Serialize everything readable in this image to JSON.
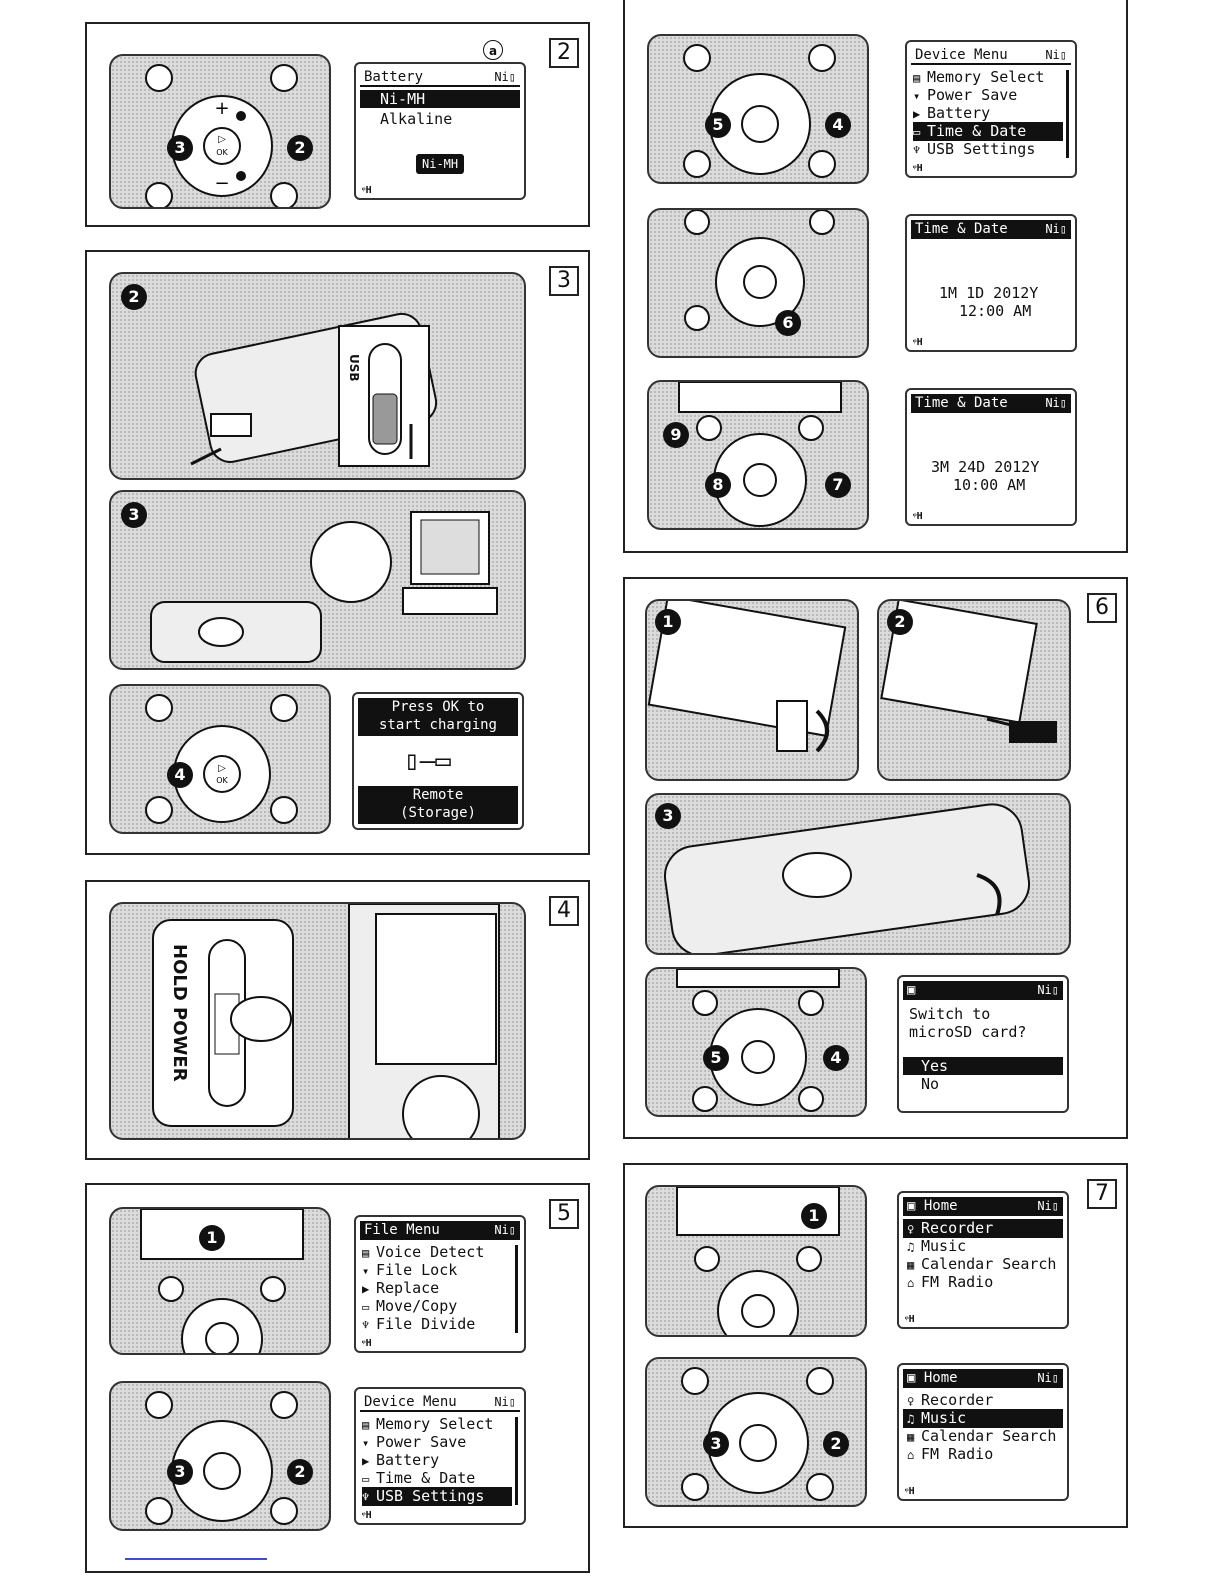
{
  "panel2": {
    "number": "2",
    "callout": "a",
    "steps": [
      "3",
      "2"
    ],
    "screen": {
      "title": "Battery",
      "battery": "Ni▯",
      "items": [
        "Ni-MH",
        "Alkaline"
      ],
      "badge": "Ni-MH"
    }
  },
  "panel3": {
    "number": "3",
    "steps": [
      "2",
      "3",
      "4"
    ],
    "usb_label": "USB",
    "screen": {
      "line1": "Press OK to",
      "line2": "start charging",
      "bottom1": "Remote",
      "bottom2": "(Storage)"
    }
  },
  "panel4": {
    "number": "4",
    "switch_label": "HOLD POWER"
  },
  "panel5": {
    "number": "5",
    "steps": [
      "1",
      "3",
      "2"
    ],
    "file_menu": {
      "title": "File Menu",
      "battery": "Ni▯",
      "items": [
        "Voice Detect",
        "File Lock",
        "Replace",
        "Move/Copy",
        "File Divide"
      ]
    },
    "device_menu": {
      "title": "Device Menu",
      "battery": "Ni▯",
      "items": [
        "Memory Select",
        "Power Save",
        "Battery",
        "Time & Date",
        "USB Settings"
      ]
    }
  },
  "panel_top_right": {
    "steps": [
      "5",
      "4",
      "6",
      "9",
      "8",
      "7"
    ],
    "device_menu": {
      "title": "Device Menu",
      "battery": "Ni▯",
      "items": [
        "Memory Select",
        "Power Save",
        "Battery",
        "Time & Date",
        "USB Settings"
      ]
    },
    "time_date_1": {
      "title": "Time & Date",
      "battery": "Ni▯",
      "date": "1M 1D  2012Y",
      "time": "12:00 AM"
    },
    "time_date_2": {
      "title": "Time & Date",
      "battery": "Ni▯",
      "date": "3M 24D  2012Y",
      "time": "10:00 AM"
    }
  },
  "panel6": {
    "number": "6",
    "steps": [
      "1",
      "2",
      "3",
      "5",
      "4"
    ],
    "screen": {
      "battery": "Ni▯",
      "line1": "Switch to",
      "line2": "microSD card?",
      "items": [
        "Yes",
        "No"
      ]
    }
  },
  "panel7": {
    "number": "7",
    "steps": [
      "1",
      "3",
      "2"
    ],
    "home1": {
      "title": "Home",
      "battery": "Ni▯",
      "items": [
        "Recorder",
        "Music",
        "Calendar Search",
        "FM Radio"
      ]
    },
    "home2": {
      "title": "Home",
      "battery": "Ni▯",
      "items": [
        "Recorder",
        "Music",
        "Calendar Search",
        "FM Radio"
      ]
    }
  }
}
